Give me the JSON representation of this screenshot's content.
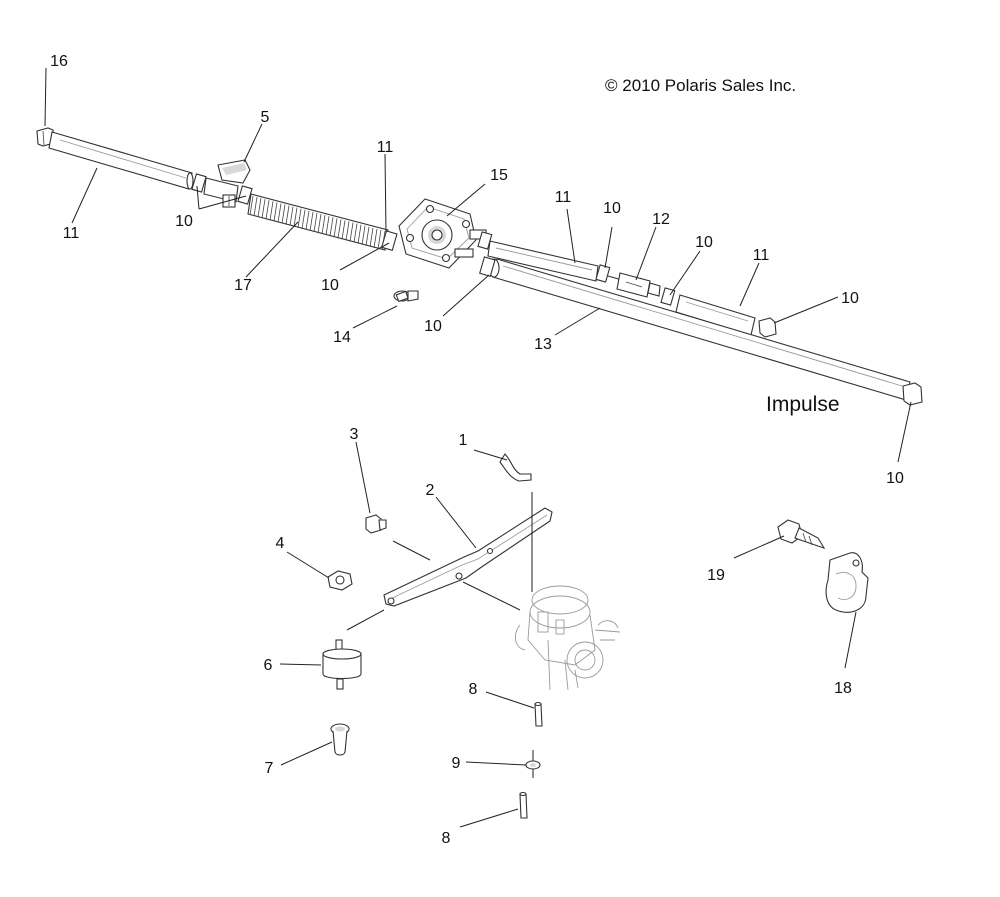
{
  "copyright": "© 2010 Polaris Sales Inc.",
  "model_label": "Impulse",
  "callouts": {
    "c16": "16",
    "c5": "5",
    "c11a": "11",
    "c11b": "11",
    "c15": "15",
    "c11c": "11",
    "c10a": "10",
    "c12": "12",
    "c10b": "10",
    "c11d": "11",
    "c10c": "10",
    "c17": "17",
    "c10d": "10",
    "c10e": "10",
    "c14": "14",
    "c13": "13",
    "c10f": "10",
    "c10g": "10",
    "c3": "3",
    "c1": "1",
    "c2": "2",
    "c4": "4",
    "c19": "19",
    "c6": "6",
    "c18": "18",
    "c8a": "8",
    "c9": "9",
    "c7": "7",
    "c8b": "8"
  }
}
